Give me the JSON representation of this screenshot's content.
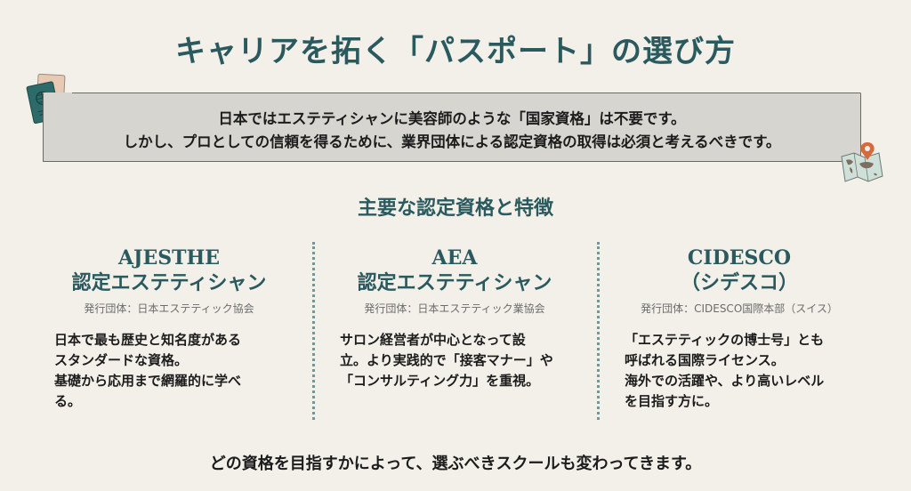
{
  "title": "キャリアを拓く「パスポート」の選び方",
  "intro": {
    "line1": "日本ではエステティシャンに美容師のような「国家資格」は不要です。",
    "line2": "しかし、プロとしての信頼を得るために、業界団体による認定資格の取得は必須と考えるべきです。"
  },
  "icons": {
    "left": "passport-icon",
    "right": "map-pin-icon"
  },
  "section_title": "主要な認定資格と特徴",
  "certifications": [
    {
      "name_line1": "AJESTHE",
      "name_line2": "認定エステティシャン",
      "org": "発行団体：日本エステティック協会",
      "desc": "日本で最も歴史と知名度がある\nスタンダードな資格。\n基礎から応用まで網羅的に学べ\nる。"
    },
    {
      "name_line1": "AEA",
      "name_line2": "認定エステティシャン",
      "org": "発行団体：日本エステティック業協会",
      "desc": "サロン経営者が中心となって設\n立。より実践的で「接客マナー」や\n「コンサルティング力」を重視。"
    },
    {
      "name_line1": "CIDESCO",
      "name_line2": "（シデスコ）",
      "org": "発行団体：CIDESCO国際本部（スイス）",
      "desc": "「エステティックの博士号」とも\n呼ばれる国際ライセンス。\n海外での活躍や、より高いレベル\nを目指す方に。"
    }
  ],
  "footer": "どの資格を目指すかによって、選ぶべきスクールも変わってきます。",
  "colors": {
    "background": "#f3f0ea",
    "accent": "#2a5a5e",
    "box": "#d6d5d0"
  }
}
